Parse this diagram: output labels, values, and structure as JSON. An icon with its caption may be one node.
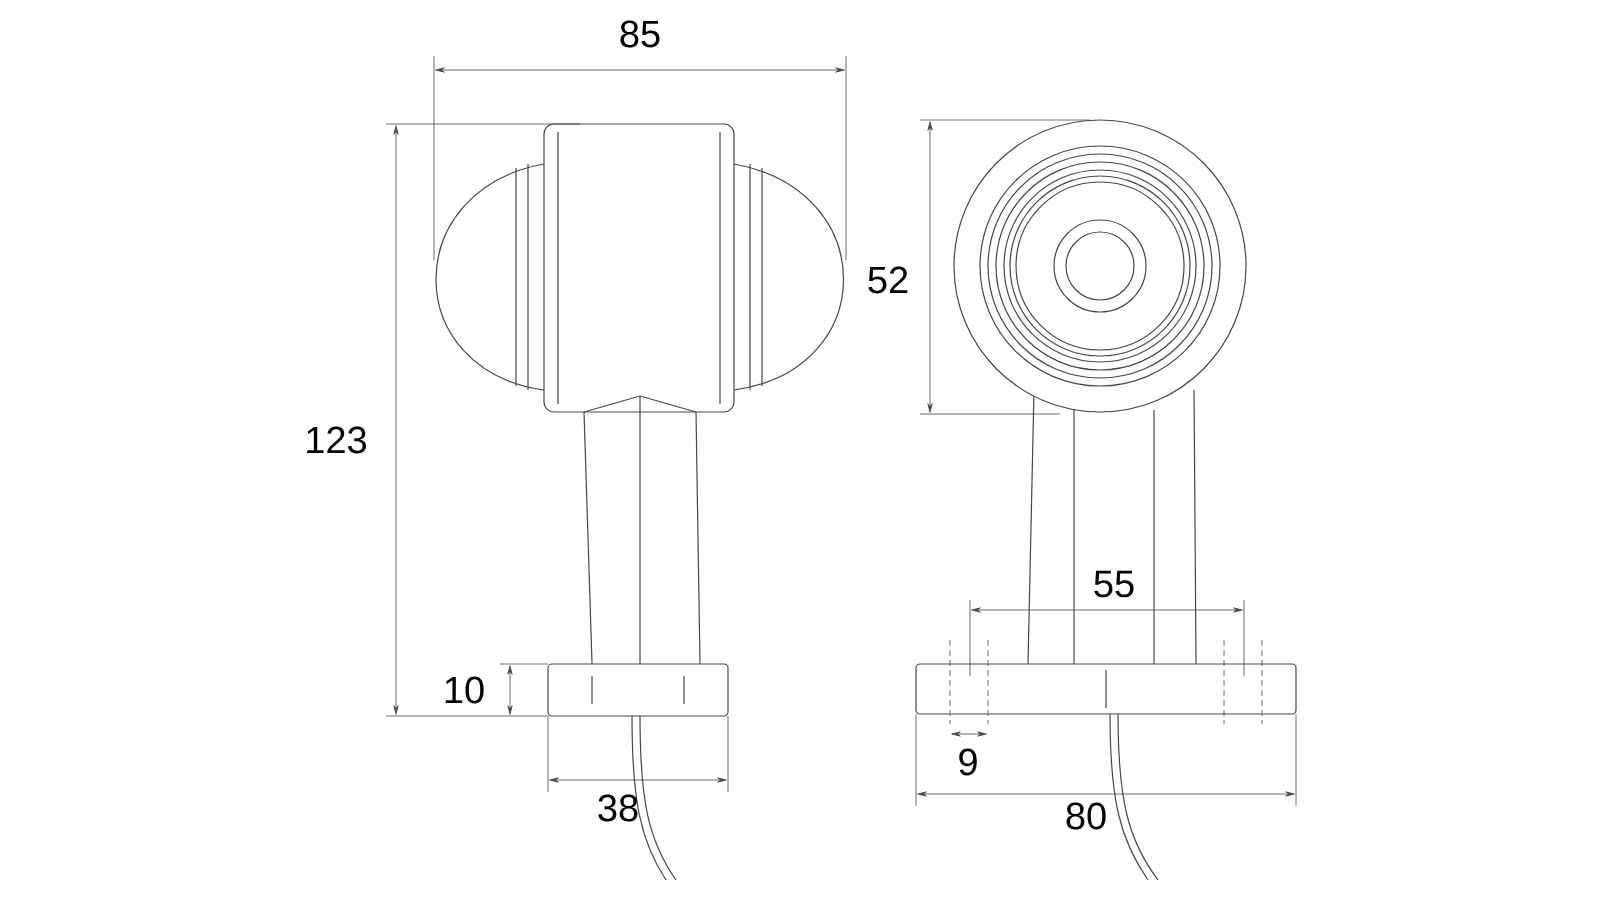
{
  "diagram": {
    "labels": [
      "85",
      "52",
      "123",
      "55",
      "10",
      "9",
      "38",
      "80"
    ]
  }
}
